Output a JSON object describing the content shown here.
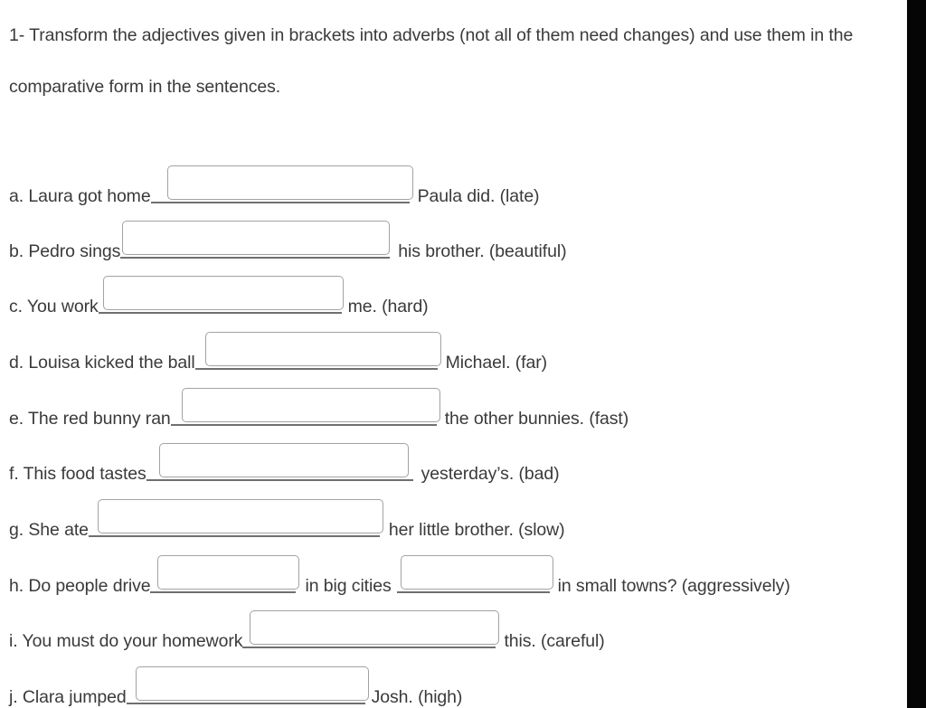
{
  "page": {
    "background_color": "#ffffff",
    "text_color": "#3a3a3a",
    "edge_bar_color": "#050505",
    "box_border_color": "#a2a2a2",
    "blank_line_color": "#6f6f6f"
  },
  "instruction": {
    "text": "1- Transform the adjectives given in brackets into adverbs (not all of them need changes) and use them in the comparative form in the sentences."
  },
  "exercises": [
    {
      "id": "a",
      "label": "a.",
      "before": "a. Laura got home",
      "after": "Paula did. (late)",
      "adjective": "late",
      "answer_value": "",
      "placeholder": ""
    },
    {
      "id": "b",
      "label": "b.",
      "before": "b. Pedro sings",
      "after": "his brother. (beautiful)",
      "adjective": "beautiful",
      "answer_value": "",
      "placeholder": ""
    },
    {
      "id": "c",
      "label": "c.",
      "before": "c. You work",
      "after": "me. (hard)",
      "adjective": "hard",
      "answer_value": "",
      "placeholder": ""
    },
    {
      "id": "d",
      "label": "d.",
      "before": "d. Louisa kicked the ball",
      "after": "Michael. (far)",
      "adjective": "far",
      "answer_value": "",
      "placeholder": ""
    },
    {
      "id": "e",
      "label": "e.",
      "before": "e. The red bunny ran",
      "after": "the other bunnies. (fast)",
      "adjective": "fast",
      "answer_value": "",
      "placeholder": ""
    },
    {
      "id": "f",
      "label": "f.",
      "before": "f. This food tastes",
      "after": "yesterday’s. (bad)",
      "adjective": "bad",
      "answer_value": "",
      "placeholder": ""
    },
    {
      "id": "g",
      "label": "g.",
      "before": "g. She ate",
      "after": "her little brother. (slow)",
      "adjective": "slow",
      "answer_value": "",
      "placeholder": ""
    },
    {
      "id": "h",
      "label": "h.",
      "before": "h. Do people drive",
      "middle": "in big cities",
      "after": "in small towns? (aggressively)",
      "adjective": "aggressively",
      "answer_value": "",
      "answer_value_2": "",
      "placeholder": ""
    },
    {
      "id": "i",
      "label": "i.",
      "before": "i. You must do your homework",
      "after": "this. (careful)",
      "adjective": "careful",
      "answer_value": "",
      "placeholder": ""
    },
    {
      "id": "j",
      "label": "j.",
      "before": "j. Clara jumped",
      "after": "Josh. (high)",
      "adjective": "high",
      "answer_value": "",
      "placeholder": ""
    }
  ]
}
